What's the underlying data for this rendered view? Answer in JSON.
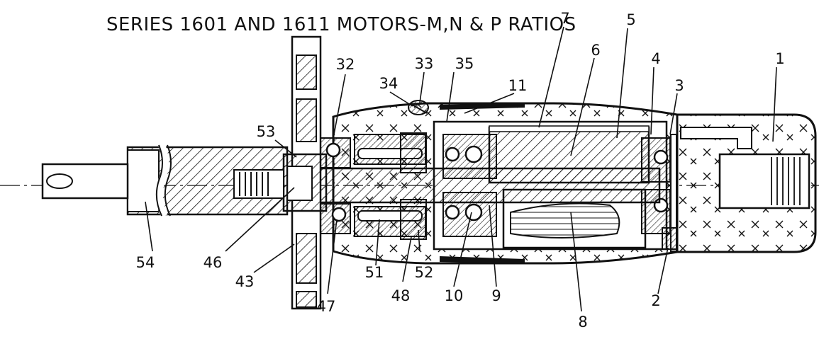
{
  "title": "SERIES 1601 AND 1611 MOTORS-M,N & P RATIOS",
  "labels": {
    "l1": "1",
    "l2": "2",
    "l3": "3",
    "l4": "4",
    "l5": "5",
    "l6": "6",
    "l7": "7",
    "l8": "8",
    "l9": "9",
    "l10": "10",
    "l11": "11",
    "l32": "32",
    "l33": "33",
    "l34": "34",
    "l35": "35",
    "l43": "43",
    "l46": "46",
    "l47": "47",
    "l48": "48",
    "l51": "51",
    "l52": "52",
    "l53": "53",
    "l54": "54"
  },
  "colors": {
    "ink": "#111111",
    "paper": "#ffffff"
  }
}
